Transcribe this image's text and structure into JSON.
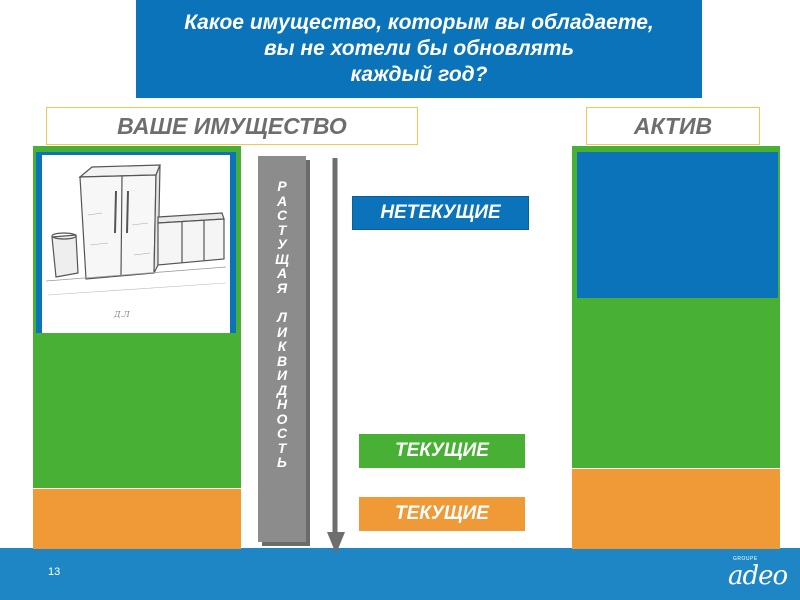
{
  "title": {
    "line1": "Какое имущество, которым вы обладаете,",
    "line2": "вы не хотели бы обновлять",
    "line3": "каждый год?"
  },
  "headers": {
    "left": "ВАШЕ ИМУЩЕСТВО",
    "right": "АКТИВ"
  },
  "vertical_label": {
    "word1": [
      "Р",
      "А",
      "С",
      "Т",
      "У",
      "Щ",
      "А",
      "Я"
    ],
    "word2": [
      "Л",
      "И",
      "К",
      "В",
      "И",
      "Д",
      "Н",
      "О",
      "С",
      "Т",
      "Ь"
    ]
  },
  "labels": {
    "noncurrent": "НЕТЕКУЩИЕ",
    "current_green": "ТЕКУЩИЕ",
    "current_orange": "ТЕКУЩИЕ"
  },
  "footer": {
    "slide_number": "13",
    "logo_small": "GROUPE",
    "logo": "adeo"
  },
  "colors": {
    "blue": "#0b73b9",
    "green": "#47b035",
    "orange": "#ef9a37",
    "gray": "#8c8c8c",
    "footer": "#1f86c6"
  },
  "icons": {
    "illustration": "refrigerator-kitchen-sketch",
    "arrow": "down-arrow"
  }
}
